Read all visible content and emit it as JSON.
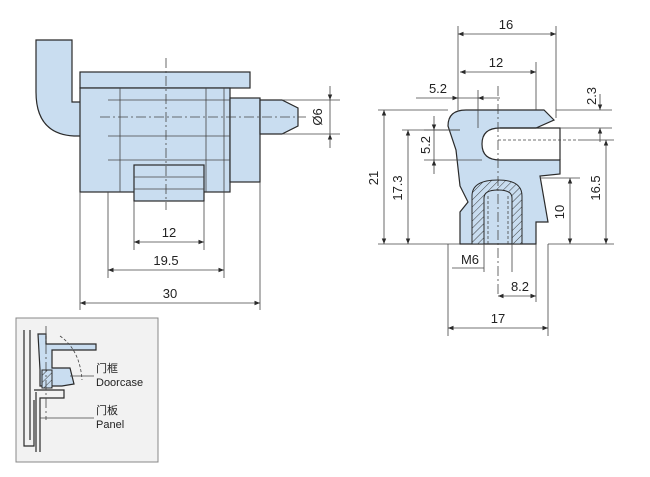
{
  "colors": {
    "part_fill": "#c9ddf0",
    "line": "#2a2a2a",
    "inset_bg": "#f2f2f2"
  },
  "front_view": {
    "dim_30": "30",
    "dim_19_5": "19.5",
    "dim_12": "12",
    "dim_phi6": "Ø6"
  },
  "side_view": {
    "dim_16": "16",
    "dim_12": "12",
    "dim_5_2_top": "5.2",
    "dim_2_3": "2.3",
    "dim_5_2_vert": "5.2",
    "dim_21": "21",
    "dim_17_3": "17.3",
    "dim_16_5": "16.5",
    "dim_10": "10",
    "thread": "M6",
    "dim_8_2": "8.2",
    "dim_17": "17"
  },
  "inset": {
    "doorcase_cn": "门框",
    "doorcase_en": "Doorcase",
    "panel_cn": "门板",
    "panel_en": "Panel"
  }
}
